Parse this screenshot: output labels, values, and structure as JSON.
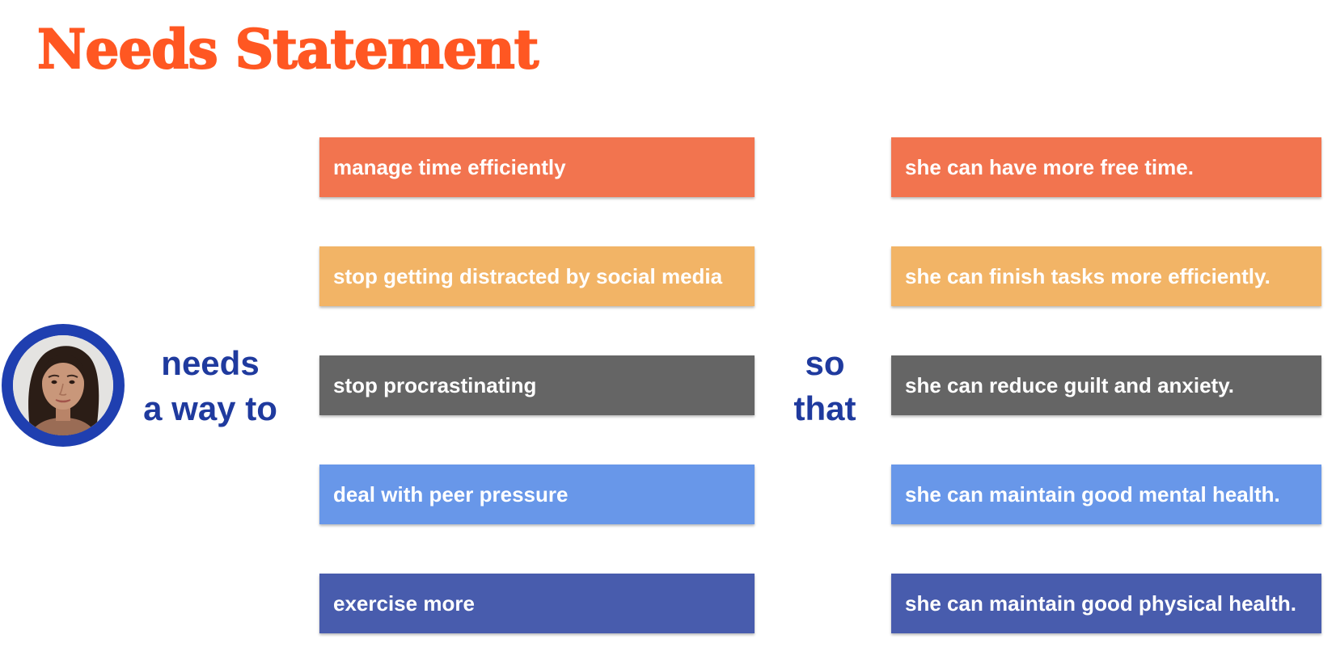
{
  "slide": {
    "title": "Needs Statement",
    "connector_left": [
      "needs",
      "a way to"
    ],
    "connector_right": [
      "so",
      "that"
    ]
  },
  "needs": [
    "manage time efficiently",
    "stop getting distracted by social media",
    "stop procrastinating",
    "deal with peer pressure",
    "exercise more"
  ],
  "outcomes": [
    "she can have more free time.",
    "she can finish tasks more efficiently.",
    "she can reduce guilt and anxiety.",
    "she can maintain good mental health.",
    "she can maintain good physical health."
  ],
  "colors": {
    "title": "#ff5722",
    "connector_text": "#1f3a9e",
    "avatar_ring": "#1f3fb0",
    "row_colors": [
      "#f2744f",
      "#f2b466",
      "#656565",
      "#6897e9",
      "#485cad"
    ]
  }
}
